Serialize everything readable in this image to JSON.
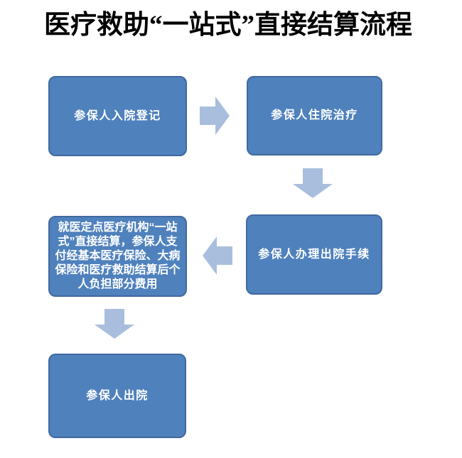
{
  "title": "医疗救助“一站式”直接结算流程",
  "colors": {
    "node_fill": "#4f81bd",
    "node_border": "#40699f",
    "node_text": "#ffffff",
    "arrow_fill": "#a9bedd",
    "background": "#ffffff",
    "title_color": "#000000"
  },
  "flow": {
    "nodes": [
      {
        "label": "参保人入院登记"
      },
      {
        "label": "参保人住院治疗"
      },
      {
        "label": "参保人办理出院手续"
      },
      {
        "label": "就医定点医疗机构“一站式”直接结算，参保人支付经基本医疗保险、大病保险和医疗救助结算后个人负担部分费用"
      },
      {
        "label": "参保人出院"
      }
    ],
    "connections": [
      {
        "direction": "right",
        "from": "参保人入院登记",
        "to": "参保人住院治疗"
      },
      {
        "direction": "down",
        "from": "参保人住院治疗",
        "to": "参保人办理出院手续"
      },
      {
        "direction": "left",
        "from": "参保人办理出院手续",
        "to": "就医定点医疗机构“一站式”直接结算，参保人支付经基本医疗保险、大病保险和医疗救助结算后个人负担部分费用"
      },
      {
        "direction": "down",
        "from": "就医定点医疗机构“一站式”直接结算，参保人支付经基本医疗保险、大病保险和医疗救助结算后个人负担部分费用",
        "to": "参保人出院"
      }
    ]
  }
}
